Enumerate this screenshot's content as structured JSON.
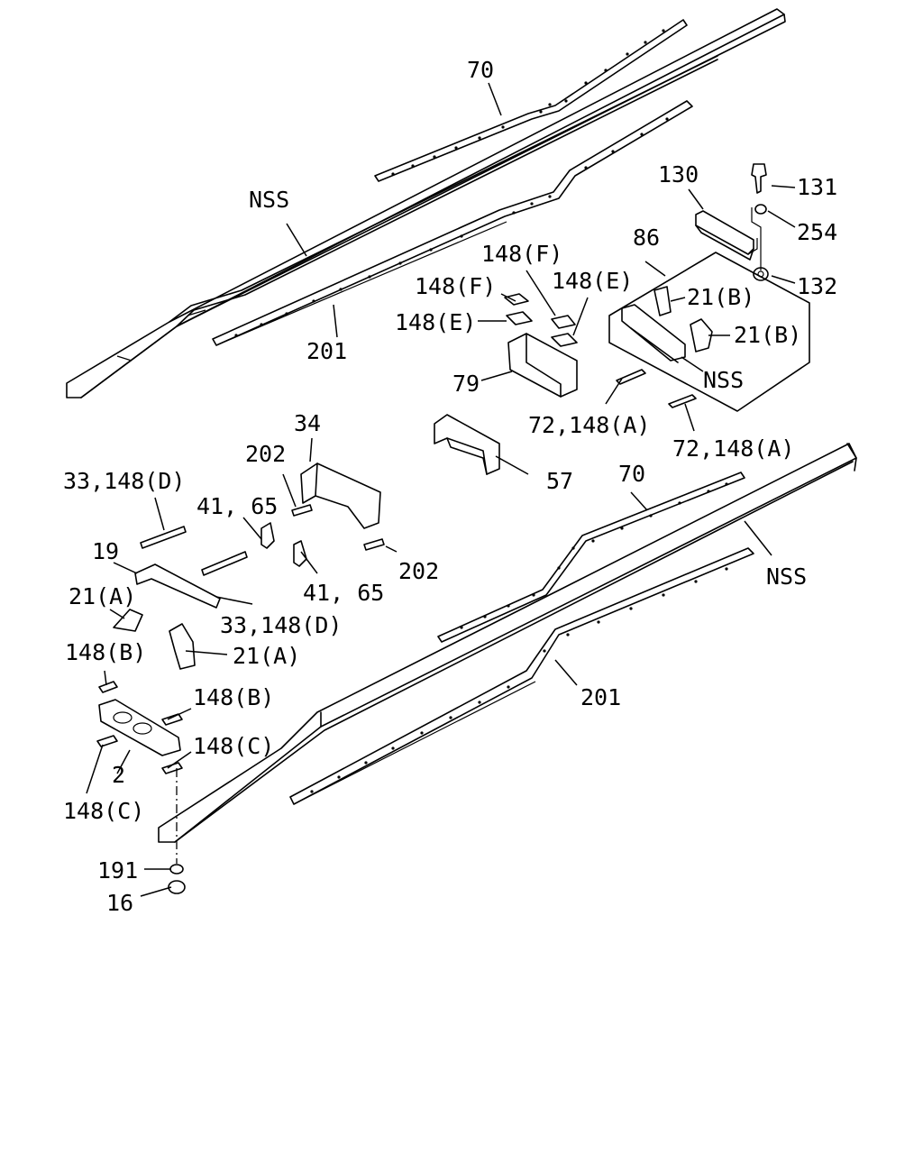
{
  "labels": {
    "l_70_top": "70",
    "l_nss_top": "NSS",
    "l_201_top": "201",
    "l_130": "130",
    "l_131": "131",
    "l_254": "254",
    "l_132": "132",
    "l_86": "86",
    "l_21b_1": "21(B)",
    "l_21b_2": "21(B)",
    "l_nss_box": "NSS",
    "l_148f_1": "148(F)",
    "l_148f_2": "148(F)",
    "l_148e_1": "148(E)",
    "l_148e_2": "148(E)",
    "l_79": "79",
    "l_72_1": "72,148(A)",
    "l_72_2": "72,148(A)",
    "l_34": "34",
    "l_202_1": "202",
    "l_202_2": "202",
    "l_57": "57",
    "l_33_1": "33,148(D)",
    "l_33_2": "33,148(D)",
    "l_41_1": "41, 65",
    "l_41_2": "41, 65",
    "l_19": "19",
    "l_21a_1": "21(A)",
    "l_21a_2": "21(A)",
    "l_148b_1": "148(B)",
    "l_148b_2": "148(B)",
    "l_148c_1": "148(C)",
    "l_148c_2": "148(C)",
    "l_2": "2",
    "l_70_bot": "70",
    "l_nss_bot": "NSS",
    "l_201_bot": "201",
    "l_191": "191",
    "l_16": "16"
  }
}
